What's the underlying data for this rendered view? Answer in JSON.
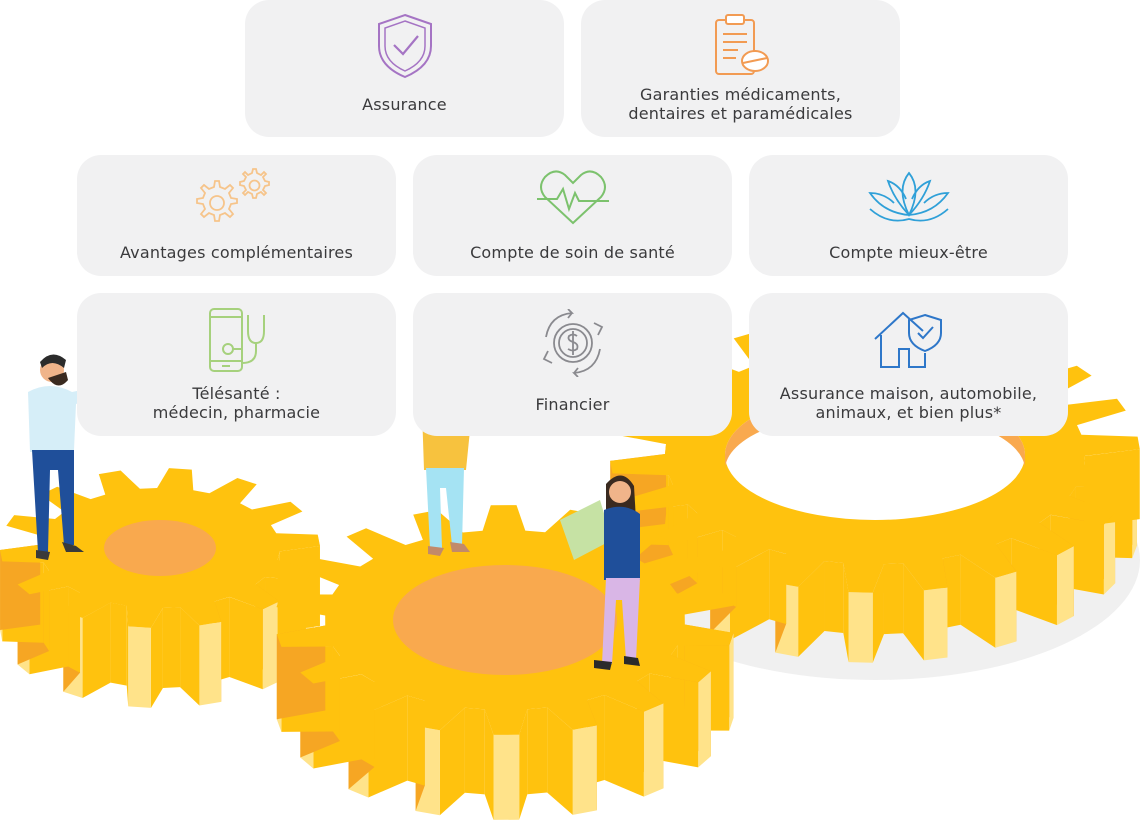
{
  "cards": [
    {
      "id": "assurance",
      "lines": [
        "Assurance"
      ],
      "icon": "shield-check-icon",
      "color": "#a574c4"
    },
    {
      "id": "garanties",
      "lines": [
        "Garanties médicaments,",
        "dentaires et paramédicales"
      ],
      "icon": "clipboard-pill-icon",
      "color": "#f29b53"
    },
    {
      "id": "avantages",
      "lines": [
        "Avantages complémentaires"
      ],
      "icon": "gears-icon",
      "color": "#f6c48a"
    },
    {
      "id": "compte-soin",
      "lines": [
        "Compte de soin de santé"
      ],
      "icon": "heart-pulse-icon",
      "color": "#7cc26d"
    },
    {
      "id": "mieux-etre",
      "lines": [
        "Compte mieux-être"
      ],
      "icon": "lotus-icon",
      "color": "#2fa0d8"
    },
    {
      "id": "telesante",
      "lines": [
        "Télésanté :",
        "médecin, pharmacie"
      ],
      "icon": "phone-stethoscope-icon",
      "color": "#a6d17d"
    },
    {
      "id": "financier",
      "lines": [
        "Financier"
      ],
      "icon": "dollar-cycle-icon",
      "color": "#8a8a8f"
    },
    {
      "id": "maison",
      "lines": [
        "Assurance maison, automobile,",
        "animaux, et bien plus*"
      ],
      "icon": "house-shield-icon",
      "color": "#2e77c9"
    }
  ],
  "colors": {
    "card_bg": "#f1f1f2",
    "gear": "#ffc20e",
    "gear_shade": "#f6a623",
    "gear_hole": "#f9a94e",
    "gear_light": "#ffe38a"
  }
}
